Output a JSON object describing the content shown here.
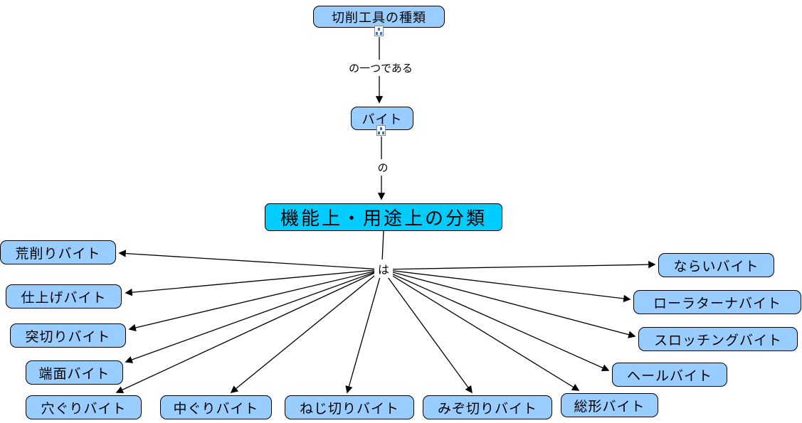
{
  "diagram": {
    "root": {
      "label": "切削工具の種類"
    },
    "bite": {
      "label": "バイト"
    },
    "category": {
      "label": "機能上・用途上の分類"
    },
    "links": [
      {
        "label": "の一つである"
      },
      {
        "label": "の"
      },
      {
        "label": "は"
      }
    ],
    "leaves": [
      {
        "label": "荒削りバイト"
      },
      {
        "label": "仕上げバイト"
      },
      {
        "label": "突切りバイト"
      },
      {
        "label": "端面バイト"
      },
      {
        "label": "穴ぐりバイト"
      },
      {
        "label": "中ぐりバイト"
      },
      {
        "label": "ねじ切りバイト"
      },
      {
        "label": "みぞ切りバイト"
      },
      {
        "label": "総形バイト"
      },
      {
        "label": "ならいバイト"
      },
      {
        "label": "ローラターナバイト"
      },
      {
        "label": "スロッチングバイト"
      },
      {
        "label": "ヘールバイト"
      }
    ],
    "colors": {
      "leaf_fill": "#99CCFF",
      "category_fill": "#00CCFF",
      "border": "#000000",
      "icon_accent": "#3A6FD8"
    }
  }
}
